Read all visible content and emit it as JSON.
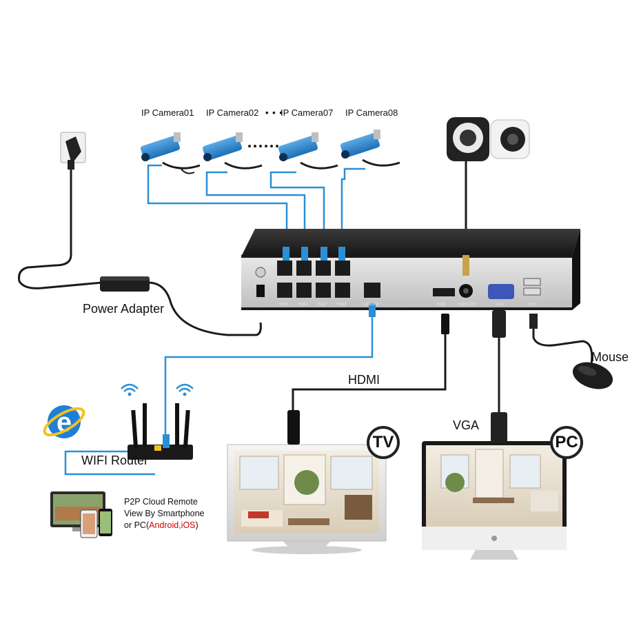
{
  "cameras": [
    {
      "label": "IP Camera01"
    },
    {
      "label": "IP Camera02"
    },
    {
      "label": "IP Camera07"
    },
    {
      "label": "IP Camera08"
    }
  ],
  "camera_ellipsis": "• • •",
  "labels": {
    "power_adapter": "Power Adapter",
    "hdmi": "HDMI",
    "vga": "VGA",
    "mouse": "Mouse",
    "wifi_router": "WIFI Router",
    "tv_badge": "TV",
    "pc_badge": "PC"
  },
  "nvr_ports": {
    "poe_bottom": [
      "POE5",
      "POE6",
      "POE7",
      "POE8"
    ],
    "lan": "LAN/LINK",
    "hdmi": "HDMI",
    "audio_out": "AUDIO OUT",
    "vga": "VGA",
    "usb": "USB"
  },
  "p2p": {
    "line1": "P2P Cloud Remote",
    "line2": "View By Smartphone",
    "line3_prefix": "or PC(",
    "line3_highlight": "Android,iOS",
    "line3_suffix": ")"
  },
  "colors": {
    "network_cable": "#2a8fd6",
    "cable_dark": "#1b1b1b",
    "nvr_body": "#1e1e1e",
    "ie_blue": "#1e7fd9",
    "ie_ring": "#f2c21a",
    "highlight_red": "#d10000"
  }
}
